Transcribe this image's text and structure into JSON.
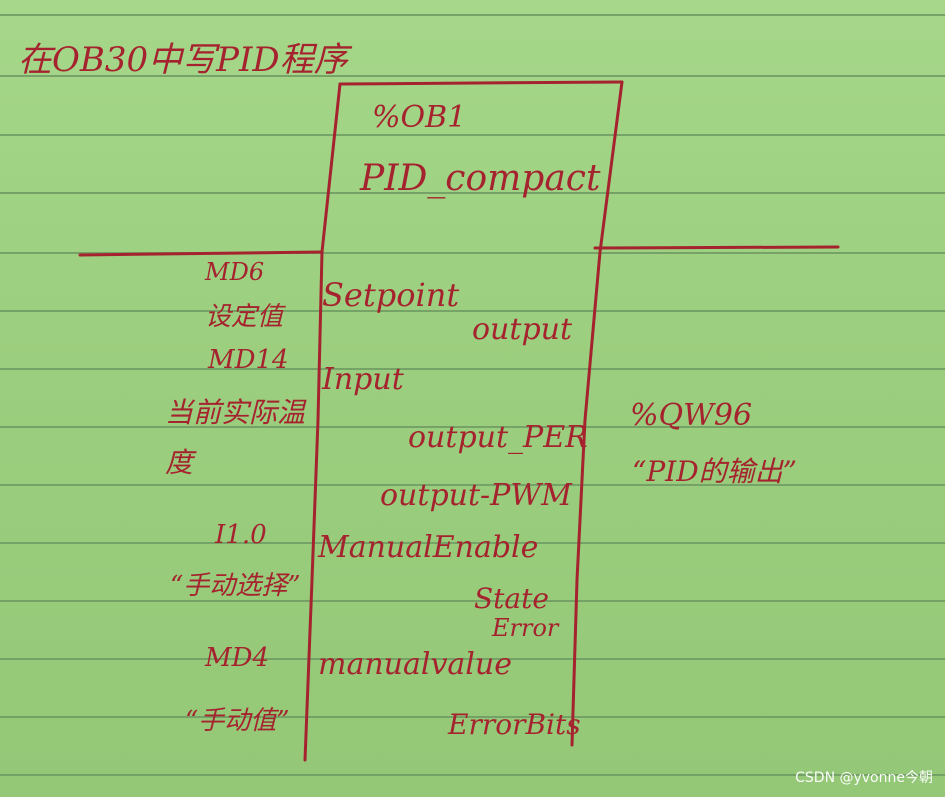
{
  "title": "在OB30中写PID程序",
  "block": {
    "number": "%OB1",
    "name": "PID_compact"
  },
  "inputs": [
    {
      "address": "MD6",
      "desc": "设定值",
      "pin": "Setpoint"
    },
    {
      "address": "MD14",
      "desc": "当前实际温度",
      "pin": "Input"
    },
    {
      "address": "I1.0",
      "desc": "“手动选择”",
      "pin": "ManualEnable"
    },
    {
      "address": "MD4",
      "desc": "“手动值”",
      "pin": "manualvalue"
    }
  ],
  "outputs": [
    {
      "pin": "output"
    },
    {
      "pin": "output_PER",
      "address": "%QW96",
      "desc": "“PID的输出”"
    },
    {
      "pin": "output-PWM"
    },
    {
      "pin": "State"
    },
    {
      "pin": "Error"
    },
    {
      "pin": "ErrorBits"
    }
  ],
  "watermark": "CSDN @yvonne今朝"
}
